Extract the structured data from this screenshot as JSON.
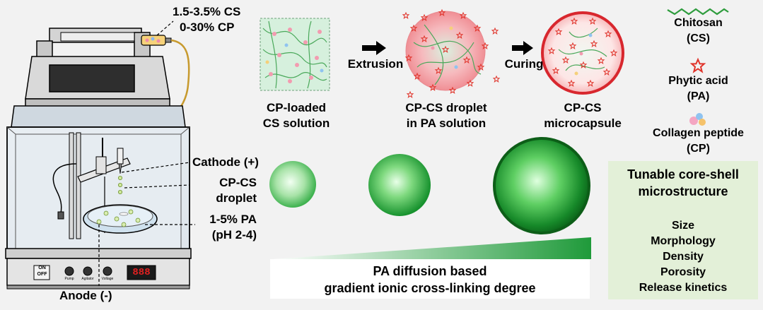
{
  "syringe_labels": {
    "line1": "1.5-3.5% CS",
    "line2": "0-30% CP"
  },
  "device_labels": {
    "cathode": "Cathode (+)",
    "droplet_1": "CP-CS",
    "droplet_2": "droplet",
    "bath_1": "1-5% PA",
    "bath_2": "(pH 2-4)",
    "anode": "Anode (-)",
    "switch_on": "ON",
    "switch_off": "OFF",
    "knob_pump": "Pump",
    "knob_agitator": "Agitator",
    "knob_voltage": "Voltage",
    "display": "888"
  },
  "process": {
    "step1": {
      "line1": "CP-loaded",
      "line2": "CS solution"
    },
    "arrow1": "Extrusion",
    "step2": {
      "line1": "CP-CS droplet",
      "line2": "in PA solution"
    },
    "arrow2": "Curing",
    "step3": {
      "line1": "CP-CS",
      "line2": "microcapsule"
    }
  },
  "legend": {
    "cs": {
      "line1": "Chitosan",
      "line2": "(CS)"
    },
    "pa": {
      "line1": "Phytic acid",
      "line2": "(PA)"
    },
    "cp": {
      "line1": "Collagen peptide",
      "line2": "(CP)"
    }
  },
  "gradient_caption": {
    "line1": "PA diffusion based",
    "line2": "gradient ionic cross-linking degree"
  },
  "properties": {
    "title_1": "Tunable core-shell",
    "title_2": "microstructure",
    "items": [
      "Size",
      "Morphology",
      "Density",
      "Porosity",
      "Release kinetics"
    ]
  },
  "colors": {
    "accent_green": "#1f9a3a",
    "panel_green": "#e3f0d8",
    "crosslink_red": "#e0342b",
    "chitosan_green": "#2e9c3d"
  }
}
